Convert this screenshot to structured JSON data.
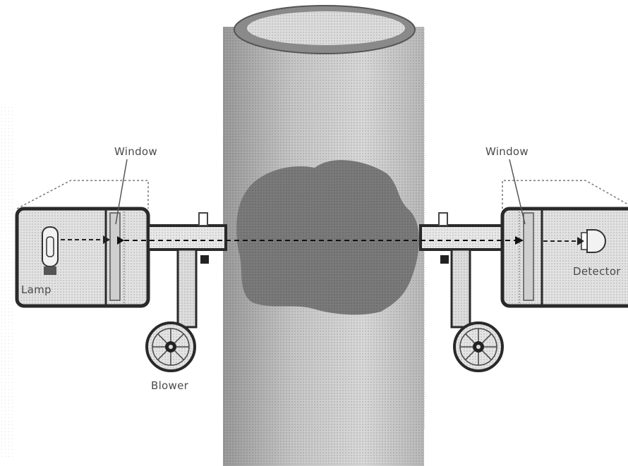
{
  "labels": {
    "window_left": "Window",
    "window_right": "Window",
    "lamp": "Lamp",
    "detector": "Detector",
    "blower": "Blower"
  },
  "colors": {
    "stack_light": "#d2d2d2",
    "stack_mid": "#aaaaaa",
    "stack_dark": "#6e6e6e",
    "plume": "#8c8c8c",
    "outline": "#2a2a2a",
    "box_fill": "#e4e4e4"
  },
  "icons": {
    "blower_left": "fan-icon",
    "blower_right": "fan-icon",
    "lamp": "lamp-icon",
    "detector": "detector-icon"
  }
}
